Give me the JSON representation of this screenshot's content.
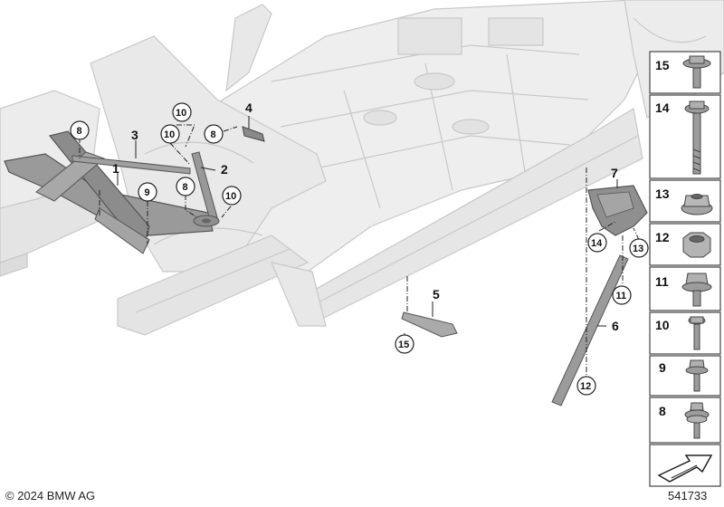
{
  "copyright": "© 2024 BMW AG",
  "diagram_id": "541733",
  "callouts": {
    "c1": "1",
    "c2": "2",
    "c3": "3",
    "c4": "4",
    "c5": "5",
    "c6": "6",
    "c7": "7",
    "c8a": "8",
    "c8b": "8",
    "c8c": "8",
    "c9": "9",
    "c10a": "10",
    "c10b": "10",
    "c10c": "10",
    "c11": "11",
    "c12": "12",
    "c13": "13",
    "c14": "14",
    "c15": "15"
  },
  "parts_list": [
    "15",
    "14",
    "13",
    "12",
    "11",
    "10",
    "9",
    "8"
  ],
  "icons": {
    "nav": "arrow-icon"
  }
}
